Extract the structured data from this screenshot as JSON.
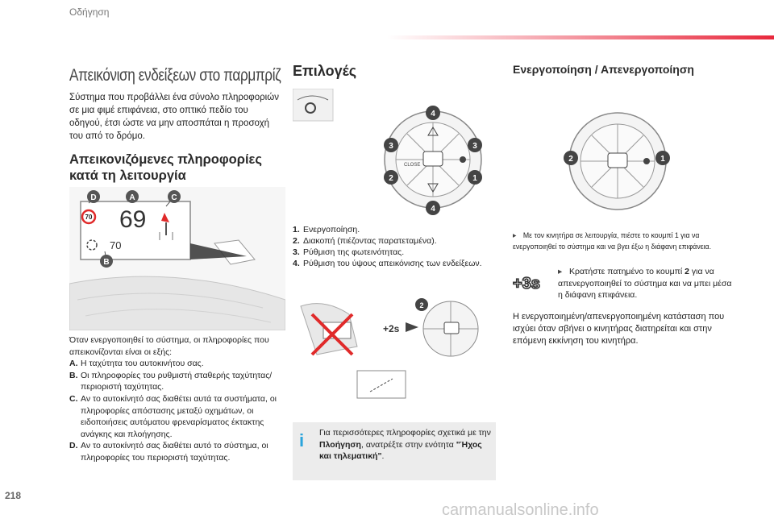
{
  "header": {
    "section": "Οδήγηση",
    "page_number": "218"
  },
  "watermark": "carmanualsonline.info",
  "col1": {
    "title": "Απεικόνιση ενδείξεων στο παρμπρίζ",
    "intro": "Σύστημα που προβάλλει ένα σύνολο πληροφοριών σε μια φιμέ επιφάνεια, στο οπτικό πεδίο του οδηγού, έτσι ώστε να μην αποσπάται η προσοχή του από το δρόμο.",
    "subtitle": "Απεικονιζόμενες πληροφορίες κατά τη λειτουργία",
    "hud": {
      "speed": "69",
      "speed_limit": "70",
      "cruise": "70",
      "labels": [
        "D",
        "A",
        "C",
        "B"
      ]
    },
    "desc_intro": "Όταν ενεργοποιηθεί το σύστημα, οι πληροφορίες που απεικονίζονται είναι οι εξής:",
    "desc_items": [
      {
        "k": "A.",
        "t": "Η ταχύτητα του αυτοκινήτου σας."
      },
      {
        "k": "B.",
        "t": "Οι πληροφορίες του ρυθμιστή σταθερής ταχύτητας/περιοριστή ταχύτητας."
      },
      {
        "k": "C.",
        "t": "Αν το αυτοκίνητό σας διαθέτει αυτά τα συστήματα, οι πληροφορίες απόστασης μεταξύ οχημάτων, οι ειδοποιήσεις αυτόματου φρεναρίσματος έκτακτης ανάγκης και πλοήγησης."
      },
      {
        "k": "D.",
        "t": "Αν το αυτοκίνητό σας διαθέτει αυτό το σύστημα, οι πληροφορίες του περιοριστή ταχύτητας."
      }
    ]
  },
  "col2": {
    "title": "Επιλογές",
    "items": [
      {
        "k": "1.",
        "t": "Ενεργοποίηση."
      },
      {
        "k": "2.",
        "t": "Διακοπή (πιέζοντας παρατεταμένα)."
      },
      {
        "k": "3.",
        "t": "Ρύθμιση της φωτεινότητας."
      },
      {
        "k": "4.",
        "t": "Ρύθμιση του ύψους απεικόνισης των ενδείξεων."
      }
    ],
    "press_badge": "+2s",
    "info_a": "Για περισσότερες πληροφορίες σχετικά με την ",
    "info_b": "Πλοήγηση",
    "info_c": ", ανατρέξτε στην ενότητα ",
    "info_d": "\"Ήχος και τηλεματική\"",
    "info_e": ".",
    "close_label": "CLOSE"
  },
  "col3": {
    "title": "Ενεργοποίηση / Απενεργοποίηση",
    "note1": "Με τον κινητήρα σε λειτουργία, πιέστε το κουμπί 1 για να ενεργοποιηθεί το σύστημα και να βγει έξω η διάφανη επιφάνεια.",
    "badge": "+3s",
    "note2a": "Κρατήστε πατημένο το κουμπί ",
    "note2b": "2",
    "note2c": " για να απενεργοποιηθεί το σύστημα και να μπει μέσα η διάφανη επιφάνεια.",
    "para": "Η ενεργοποιημένη/απενεργοποιημένη κατάσταση που ισχύει όταν σβήνει ο κινητήρας διατηρείται και στην επόμενη εκκίνηση του κινητήρα."
  }
}
